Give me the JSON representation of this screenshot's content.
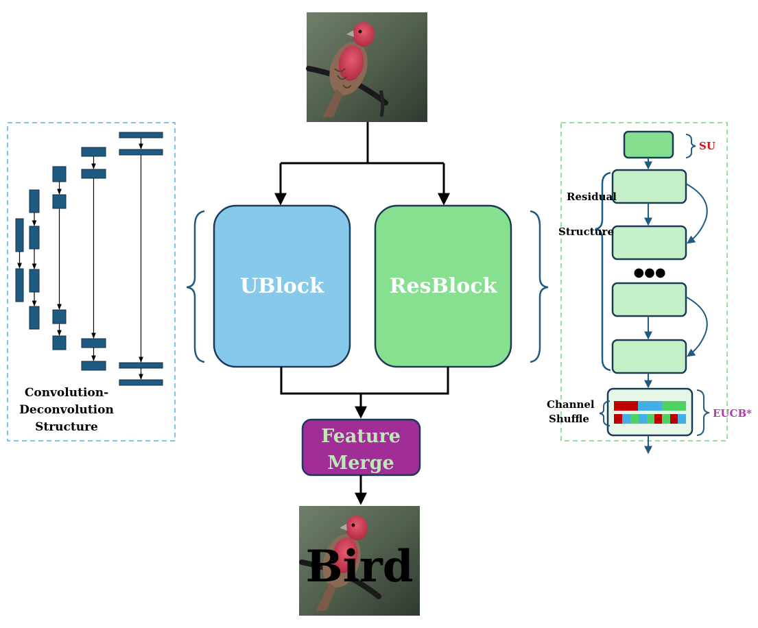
{
  "center": {
    "ublock_label": "UBlock",
    "resblock_label": "ResBlock",
    "merge_line1": "Feature",
    "merge_line2": "Merge",
    "output_label": "Bird"
  },
  "left_panel": {
    "label_line1": "Convolution-",
    "label_line2": "Deconvolution",
    "label_line3": "Structure"
  },
  "right_panel": {
    "su_label": "SU",
    "residual_line1": "Residual",
    "residual_line2": "Structure",
    "channel_line1": "Channel",
    "channel_line2": "Shuffle",
    "eucb_label": "EUCB*",
    "ellipsis": "●●●"
  },
  "colors": {
    "ublock": "#86c9ea",
    "resblock": "#86e08f",
    "merge": "#a12d97",
    "merge_text": "#bfe8b8",
    "block_dark": "#1f5a80",
    "left_border": "#7fc6e6",
    "right_border": "#8ee39a",
    "su_fill": "#84e08e",
    "res_fill": "#c5f0c8",
    "shuffle_red": "#c00000",
    "shuffle_blue": "#42b0e6",
    "shuffle_green": "#4fd263",
    "su_text": "#e0101a",
    "eucb_text": "#b03aa8"
  },
  "icons": {
    "input_image": "bird-photo",
    "output_image": "bird-photo"
  }
}
